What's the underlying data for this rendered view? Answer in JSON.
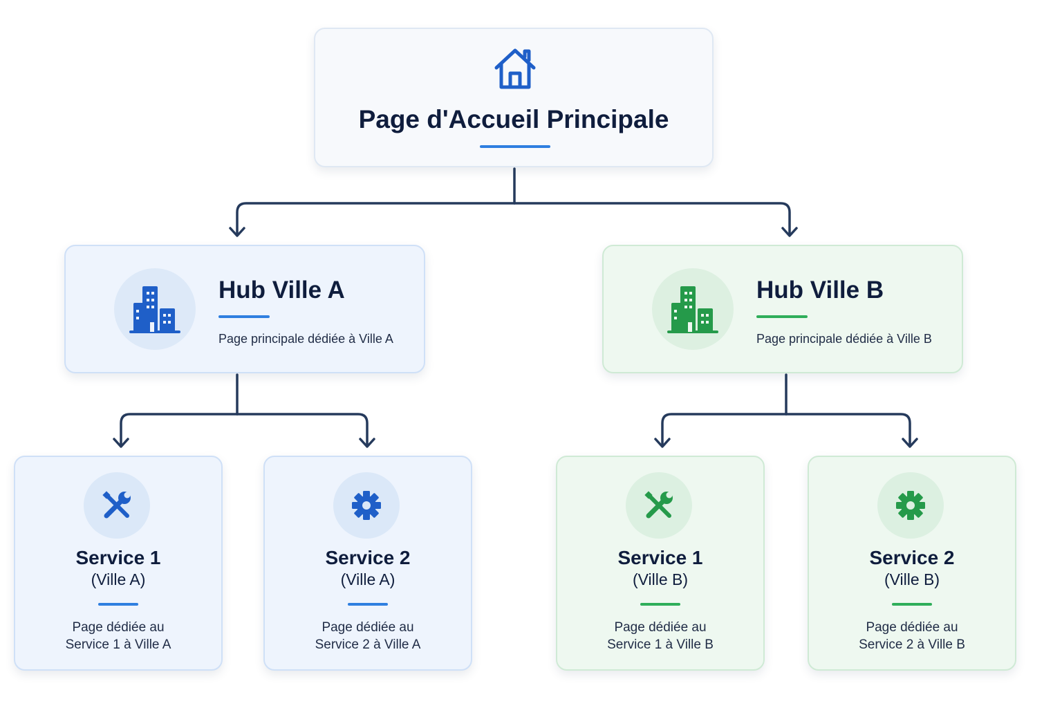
{
  "colors": {
    "connector": "#253a5c",
    "title_text": "#0f1d3d",
    "blue_accent": "#2f7fe0",
    "blue_icon": "#1f5fc8",
    "green_accent": "#2fae5a",
    "green_icon": "#259a4a"
  },
  "root": {
    "icon": "home-icon",
    "title": "Page d'Accueil Principale"
  },
  "hubs": [
    {
      "icon": "city-buildings-icon",
      "title": "Hub Ville A",
      "description": "Page principale dédiée à Ville A",
      "services": [
        {
          "icon": "tools-icon",
          "title": "Service 1",
          "subtitle": "(Ville A)",
          "description_line1": "Page dédiée au",
          "description_line2": "Service 1 à Ville A"
        },
        {
          "icon": "gear-icon",
          "title": "Service 2",
          "subtitle": "(Ville A)",
          "description_line1": "Page dédiée au",
          "description_line2": "Service 2 à Ville A"
        }
      ]
    },
    {
      "icon": "city-buildings-icon",
      "title": "Hub  Ville B",
      "description": "Page principale dédiée à Ville B",
      "services": [
        {
          "icon": "tools-icon",
          "title": "Service 1",
          "subtitle": "(Ville B)",
          "description_line1": "Page dédiée au",
          "description_line2": "Service 1 à Ville B"
        },
        {
          "icon": "gear-icon",
          "title": "Service 2",
          "subtitle": "(Ville B)",
          "description_line1": "Page dédiée au",
          "description_line2": "Service 2 à Ville B"
        }
      ]
    }
  ]
}
